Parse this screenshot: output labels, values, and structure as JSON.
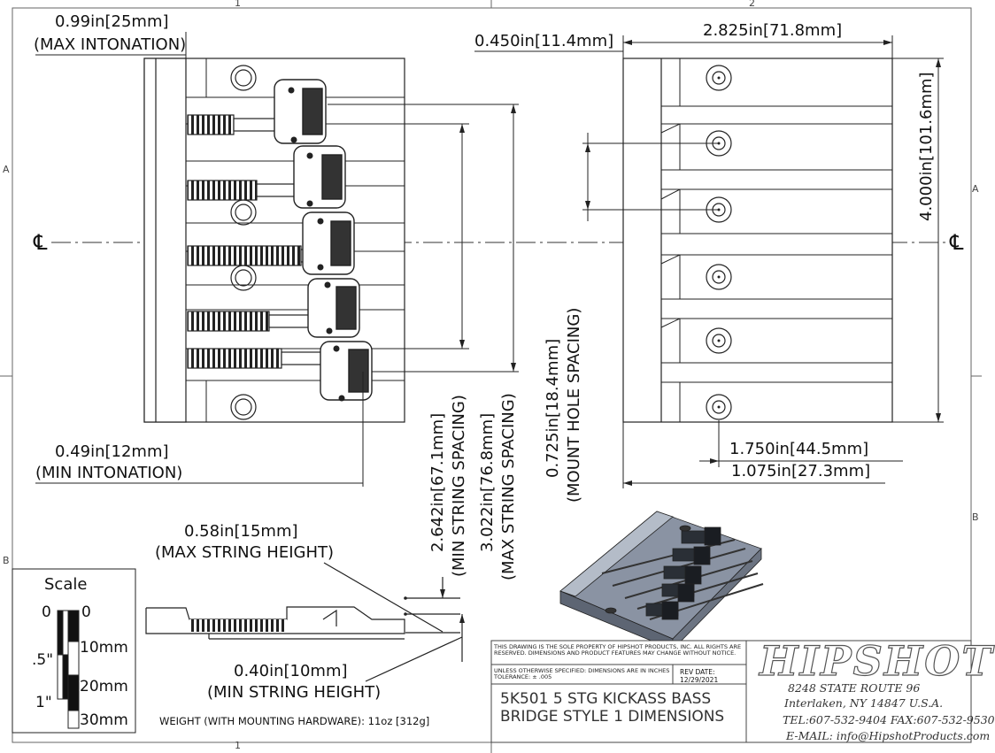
{
  "zones": {
    "top_1": "1",
    "top_2": "2",
    "bottom_1": "1",
    "left_a": "A",
    "left_b": "B",
    "right_a": "A",
    "right_b": "B"
  },
  "centerline": {
    "left": "℄",
    "right": "℄"
  },
  "dims": {
    "max_intonation": {
      "value": "0.99in[25mm]",
      "note": "(MAX INTONATION)"
    },
    "min_intonation": {
      "value": "0.49in[12mm]",
      "note": "(MIN INTONATION)"
    },
    "min_string_spacing": {
      "value": "2.642in[67.1mm]",
      "note": "(MIN STRING SPACING)"
    },
    "max_string_spacing": {
      "value": "3.022in[76.8mm]",
      "note": "(MAX STRING SPACING)"
    },
    "mount_hole_spacing": {
      "value": "0.725in[18.4mm]",
      "note": "(MOUNT HOLE SPACING)"
    },
    "top_offset": {
      "value": "0.450in[11.4mm]"
    },
    "overall_depth": {
      "value": "2.825in[71.8mm]"
    },
    "overall_length": {
      "value": "4.000in[101.6mm]"
    },
    "hole_far": {
      "value": "1.750in[44.5mm]"
    },
    "hole_near": {
      "value": "1.075in[27.3mm]"
    },
    "max_string_height": {
      "value": "0.58in[15mm]",
      "note": "(MAX STRING HEIGHT)"
    },
    "min_string_height": {
      "value": "0.40in[10mm]",
      "note": "(MIN STRING HEIGHT)"
    }
  },
  "scale": {
    "title": "Scale",
    "inch_labels": [
      "0",
      ".5\"",
      "1\""
    ],
    "mm_labels": [
      "0",
      "10mm",
      "20mm",
      "30mm"
    ]
  },
  "weight_note": "WEIGHT (WITH MOUNTING HARDWARE): 11oz [312g]",
  "title_block": {
    "proprietary": "THIS DRAWING IS THE SOLE PROPERTY OF HIPSHOT PRODUCTS, INC. ALL RIGHTS ARE RESERVED. DIMENSIONS AND PRODUCT FEATURES MAY CHANGE WITHOUT NOTICE.",
    "tolerance": "UNLESS OTHERWISE SPECIFIED: DIMENSIONS ARE IN INCHES TOLERANCE: ± .005",
    "rev_label": "REV DATE:",
    "rev_date": "12/29/2021",
    "title_line1": "5K501 5 STG KICKASS BASS",
    "title_line2": "BRIDGE STYLE 1 DIMENSIONS",
    "logo": "HIPSHOT",
    "address1": "8248 STATE ROUTE 96",
    "address2": "Interlaken, NY 14847 U.S.A.",
    "phone": "TEL:607-532-9404 FAX:607-532-9530",
    "email": "E-MAIL: info@HipshotProducts.com"
  }
}
